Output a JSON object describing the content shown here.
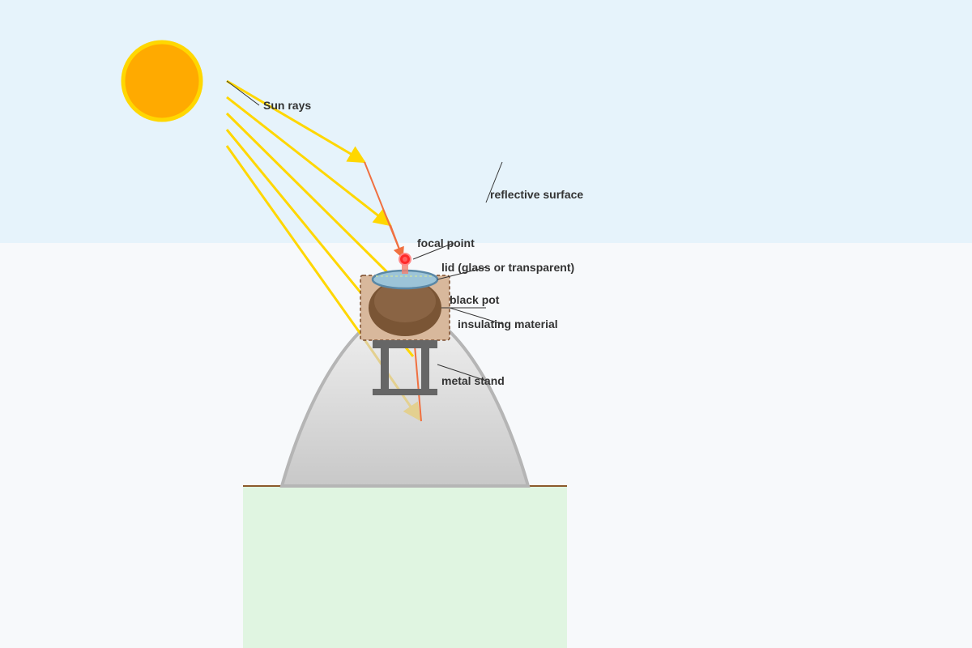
{
  "labels": {
    "sun_rays": "Sun rays",
    "reflective_surface": "reflective surface",
    "focal_point": "focal point",
    "lid": "lid (glass or transparent)",
    "black_pot": "black pot",
    "insulating_material": "insulating material",
    "metal_stand": "metal stand"
  },
  "colors": {
    "sky": "#e6f3fb",
    "ground_bg": "#f7f9fb",
    "grass": "#e0f5e1",
    "sun_fill": "#ffaa00",
    "sun_ring": "#ffd700",
    "ray": "#ffd700",
    "reflected_ray": "#f07040",
    "reflector": "#d0d0d0",
    "insulation": "#d8b89c",
    "pot": "#7a5535",
    "lid": "#9cc4d8",
    "stand": "#666666",
    "focal": "#ff2a2a",
    "label_text": "#333333"
  }
}
